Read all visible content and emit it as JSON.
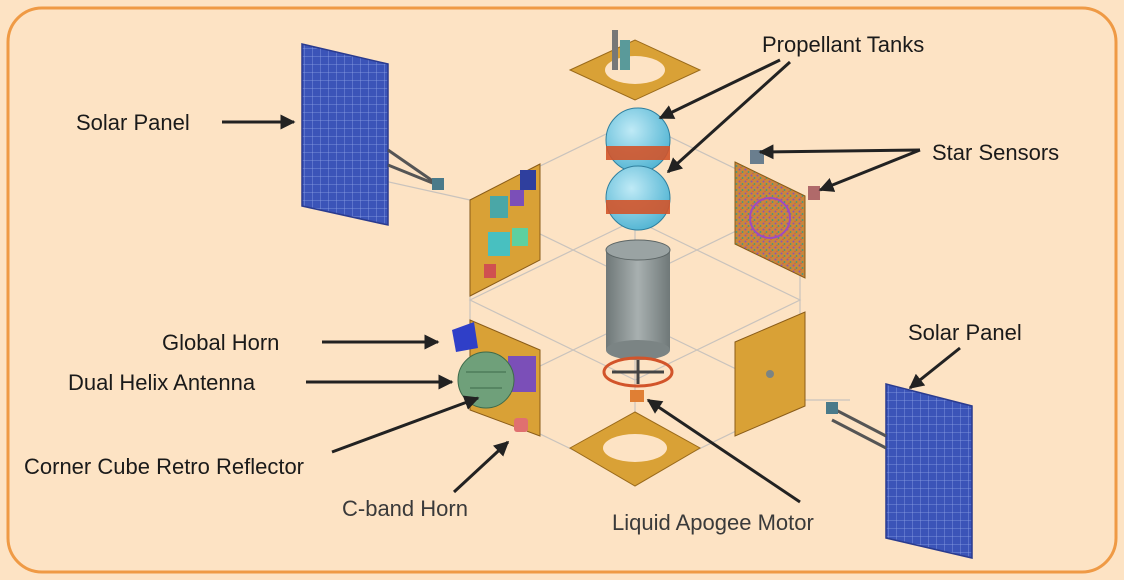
{
  "labels": {
    "propellant_tanks": "Propellant Tanks",
    "star_sensors": "Star Sensors",
    "solar_panel_left": "Solar Panel",
    "solar_panel_right": "Solar Panel",
    "global_horn": "Global Horn",
    "dual_helix_antenna": "Dual Helix Antenna",
    "corner_cube": "Corner Cube Retro Reflector",
    "c_band_horn": "C-band Horn",
    "liquid_apogee_motor": "Liquid Apogee Motor"
  },
  "colors": {
    "background": "#fde3c4",
    "frame": "#ef9a45",
    "panel_blue": "#3b54b8",
    "panel_gold": "#d9a136",
    "tank_blue": "#5ec3de",
    "tank_band": "#d2542a",
    "cylinder": "#8d9696",
    "arrow": "#222222"
  }
}
